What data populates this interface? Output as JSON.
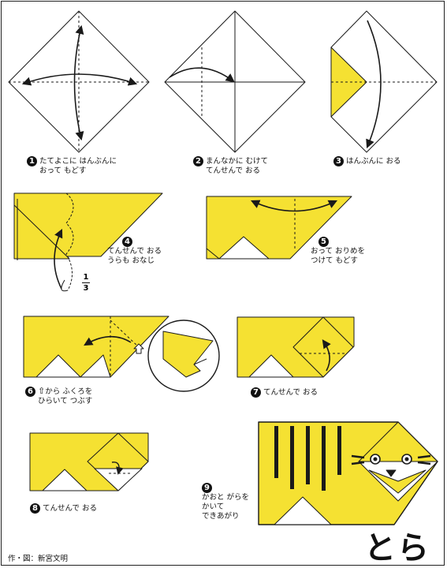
{
  "colors": {
    "paper": "#f5e132",
    "line": "#1a1a1a",
    "white": "#ffffff"
  },
  "steps": [
    {
      "num": "1",
      "line1": "たてよこに はんぶんに",
      "line2": "おって もどす"
    },
    {
      "num": "2",
      "line1": "まんなかに むけて",
      "line2": "てんせんで おる"
    },
    {
      "num": "3",
      "line1": "はんぶんに おる",
      "line2": ""
    },
    {
      "num": "4",
      "line1": "てんせんで おる",
      "line2": "うらも おなじ"
    },
    {
      "num": "5",
      "line1": "おって おりめを",
      "line2": "つけて もどす"
    },
    {
      "num": "6",
      "line1": "から ふくろを",
      "line2": "ひらいて つぶす"
    },
    {
      "num": "7",
      "line1": "てんせんで おる",
      "line2": ""
    },
    {
      "num": "8",
      "line1": "てんせんで おる",
      "line2": ""
    },
    {
      "num": "9",
      "line1": "かおと がらを",
      "line2": "かいて",
      "line3": "できあがり"
    }
  ],
  "fraction": {
    "numerator": "1",
    "denominator": "3"
  },
  "title": "とら",
  "credit": "作・図：新宮文明",
  "icons": {
    "hint_arrow": "hollow-up-arrow-icon"
  }
}
